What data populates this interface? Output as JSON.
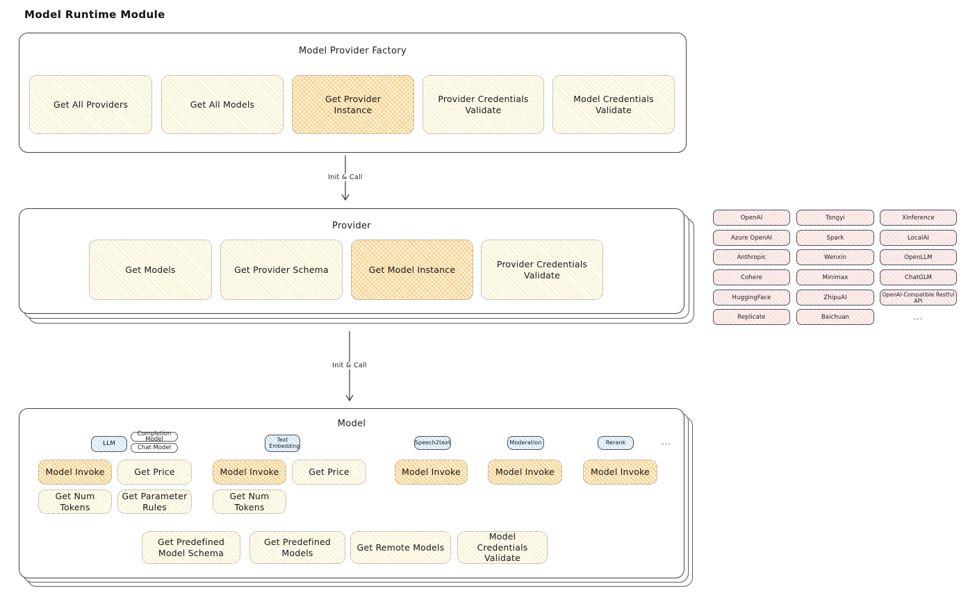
{
  "page_title": "Model Runtime Module",
  "factory": {
    "title": "Model Provider Factory",
    "items": [
      {
        "label": "Get All Providers",
        "highlight": false
      },
      {
        "label": "Get All Models",
        "highlight": false
      },
      {
        "label": "Get Provider Instance",
        "highlight": true
      },
      {
        "label": "Provider Credentials Validate",
        "highlight": false
      },
      {
        "label": "Model Credentials Validate",
        "highlight": false
      }
    ]
  },
  "arrows": {
    "factory_to_provider": "Init & Call",
    "provider_to_model": "Init & Call"
  },
  "provider": {
    "title": "Provider",
    "items": [
      {
        "label": "Get Models",
        "highlight": false
      },
      {
        "label": "Get Provider Schema",
        "highlight": false
      },
      {
        "label": "Get Model Instance",
        "highlight": true
      },
      {
        "label": "Provider Credentials Validate",
        "highlight": false
      }
    ]
  },
  "providers_list": {
    "items": [
      "OpenAI",
      "Azure OpenAI",
      "Anthropic",
      "Cohere",
      "HuggingFace",
      "Replicate",
      "Tongyi",
      "Spark",
      "Wenxin",
      "Minimax",
      "ZhipuAI",
      "Baichuan",
      "Xinference",
      "LocalAI",
      "OpenLLM",
      "ChatGLM",
      "OpenAI-Compatible Restful API"
    ],
    "more": "..."
  },
  "model": {
    "title": "Model",
    "sections": [
      {
        "tag": "LLM",
        "extra_tags": [
          "Completion Model",
          "Chat Model"
        ],
        "functions": [
          "Model Invoke",
          "Get Price",
          "Get Num Tokens",
          "Get Parameter Rules"
        ]
      },
      {
        "tag": "Text Embedding",
        "functions": [
          "Model Invoke",
          "Get Price",
          "Get Num Tokens"
        ]
      },
      {
        "tag": "Speech2text",
        "functions": [
          "Model Invoke"
        ]
      },
      {
        "tag": "Moderation",
        "functions": [
          "Model Invoke"
        ]
      },
      {
        "tag": "Rerank",
        "functions": [
          "Model Invoke"
        ]
      }
    ],
    "more": "...",
    "shared_functions": [
      "Get Predefined Model Schema",
      "Get Predefined Models",
      "Get Remote Models",
      "Model Credentials Validate"
    ]
  }
}
